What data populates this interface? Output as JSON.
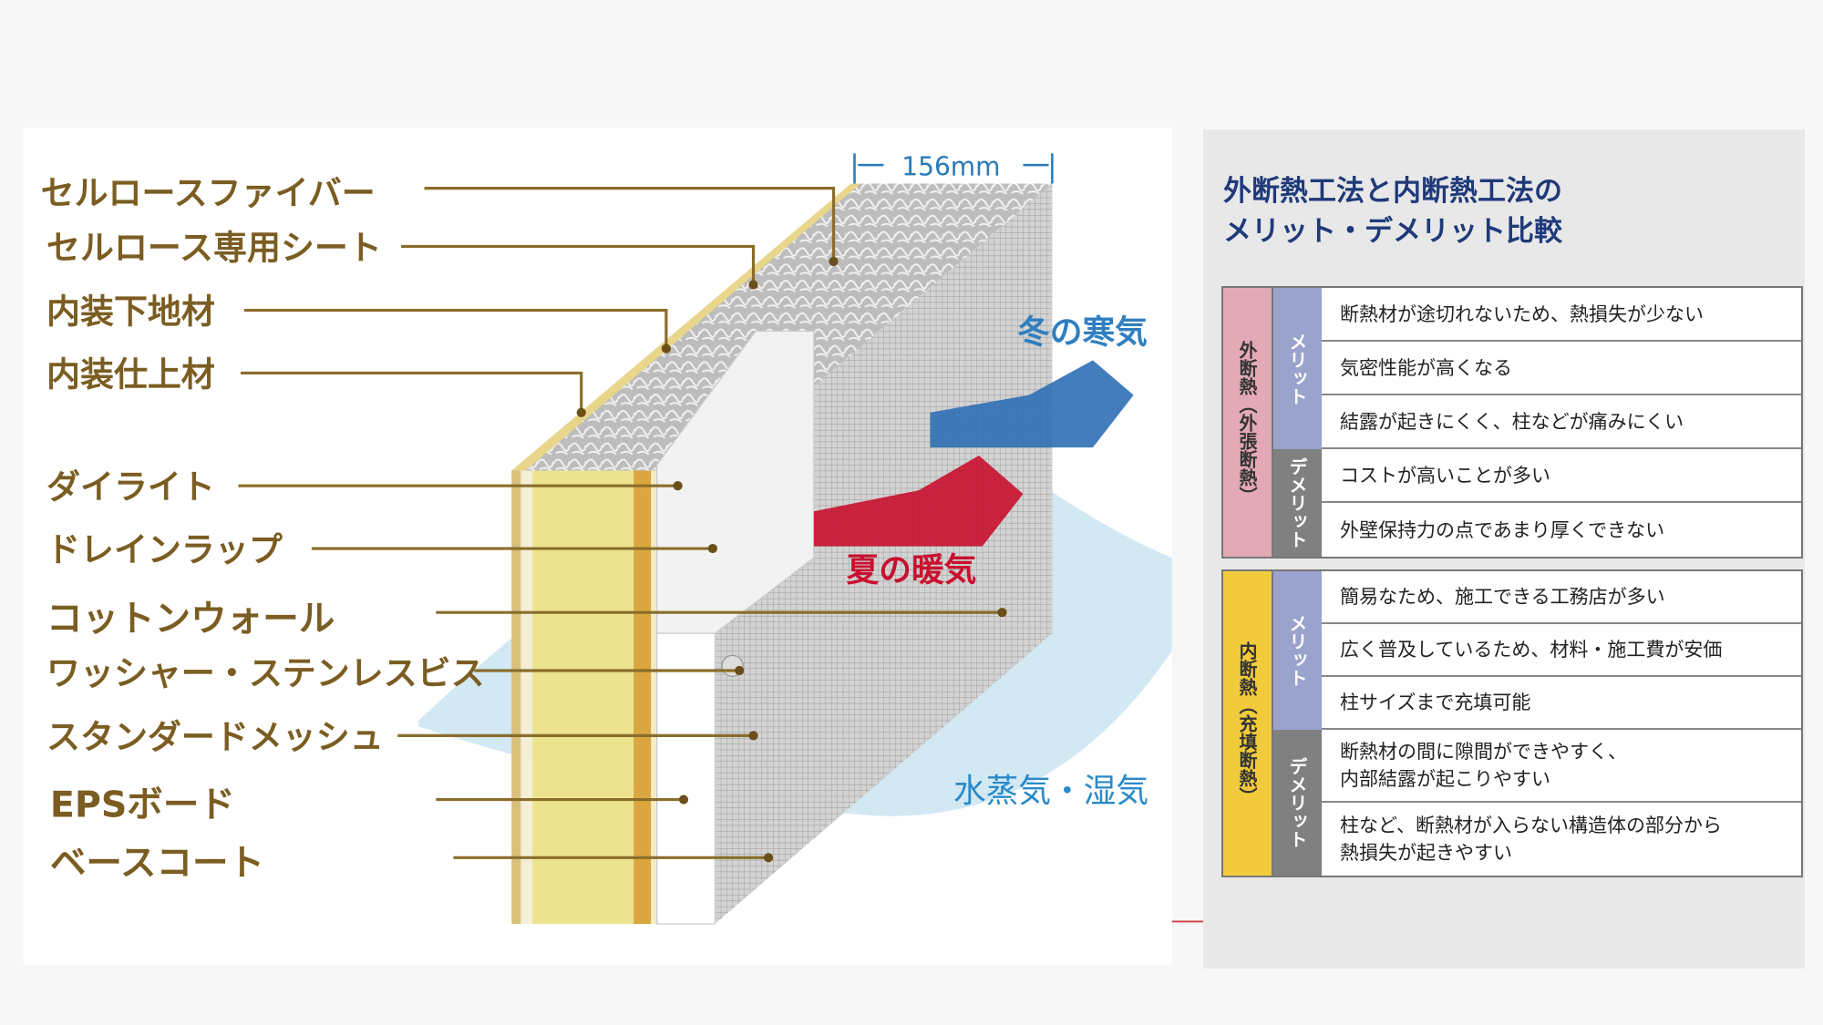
{
  "diagram": {
    "dimension": "156mm",
    "labels": [
      "セルロースファイバー",
      "セルロース専用シート",
      "内装下地材",
      "内装仕上材",
      "ダイライト",
      "ドレインラップ",
      "コットンウォール",
      "ワッシャー・ステンレスビス",
      "スタンダードメッシュ",
      "EPSボード",
      "ベースコート"
    ],
    "winter_air": "冬の寒気",
    "summer_air": "夏の暖気",
    "vapor": "水蒸気・湿気",
    "colors": {
      "winter": "#2f6fb5",
      "summer": "#c8102e",
      "vapor": "#2a8ac8",
      "label": "#7b5d22"
    }
  },
  "comparison": {
    "title_line1": "外断熱工法と内断熱工法の",
    "title_line2": "メリット・デメリット比較",
    "external": {
      "category": "外断熱（外張断熱）",
      "merit_label": "メリット",
      "demerit_label": "デメリット",
      "merits": [
        "断熱材が途切れないため、熱損失が少ない",
        "気密性能が高くなる",
        "結露が起きにくく、柱などが痛みにくい"
      ],
      "demerits": [
        "コストが高いことが多い",
        "外壁保持力の点であまり厚くできない"
      ]
    },
    "internal": {
      "category": "内断熱（充填断熱）",
      "merit_label": "メリット",
      "demerit_label": "デメリット",
      "merits": [
        "簡易なため、施工できる工務店が多い",
        "広く普及しているため、材料・施工費が安価",
        "柱サイズまで充填可能"
      ],
      "demerits": [
        "断熱材の間に隙間ができやすく、\n内部結露が起こりやすい",
        "柱など、断熱材が入らない構造体の部分から\n熱損失が起きやすい"
      ]
    },
    "colors": {
      "external": "#e3a9b6",
      "internal": "#f2cb3c",
      "merit": "#9aa3cc",
      "demerit": "#808080",
      "title": "#1f3a7a"
    }
  }
}
